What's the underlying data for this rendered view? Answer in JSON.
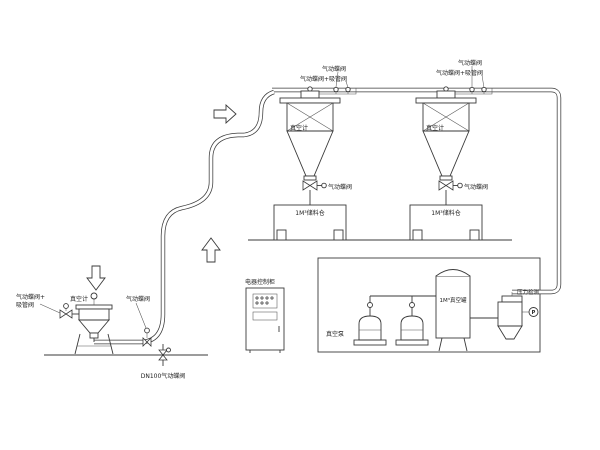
{
  "colors": {
    "line": "#3a3a3a",
    "background": "#ffffff"
  },
  "receiver1": {
    "top_valve": "气动蝶阀",
    "inlet_valve": "气动蝶阀+吸管阀",
    "vacuum_gauge": "真空计",
    "discharge_valve": "气动蝶阀",
    "bin": "1M³储料仓"
  },
  "receiver2": {
    "top_valve": "气动蝶阀",
    "inlet_valve": "气动蝶阀+吸管阀",
    "vacuum_gauge": "真空计",
    "discharge_valve": "气动蝶阀",
    "bin": "1M³储料仓"
  },
  "feeder": {
    "inlet_valve_line1": "气动蝶阀+",
    "inlet_valve_line2": "吸管阀",
    "vacuum_gauge": "真空计",
    "outlet_valve": "气动蝶阀",
    "line_valve": "DN100气动蝶阀"
  },
  "control_cabinet": {
    "label": "电器控制柜"
  },
  "pump_station": {
    "pump": "真空泵",
    "tank": "1M³真空罐",
    "pressure": "压力检测",
    "gauge_letter": "P"
  }
}
